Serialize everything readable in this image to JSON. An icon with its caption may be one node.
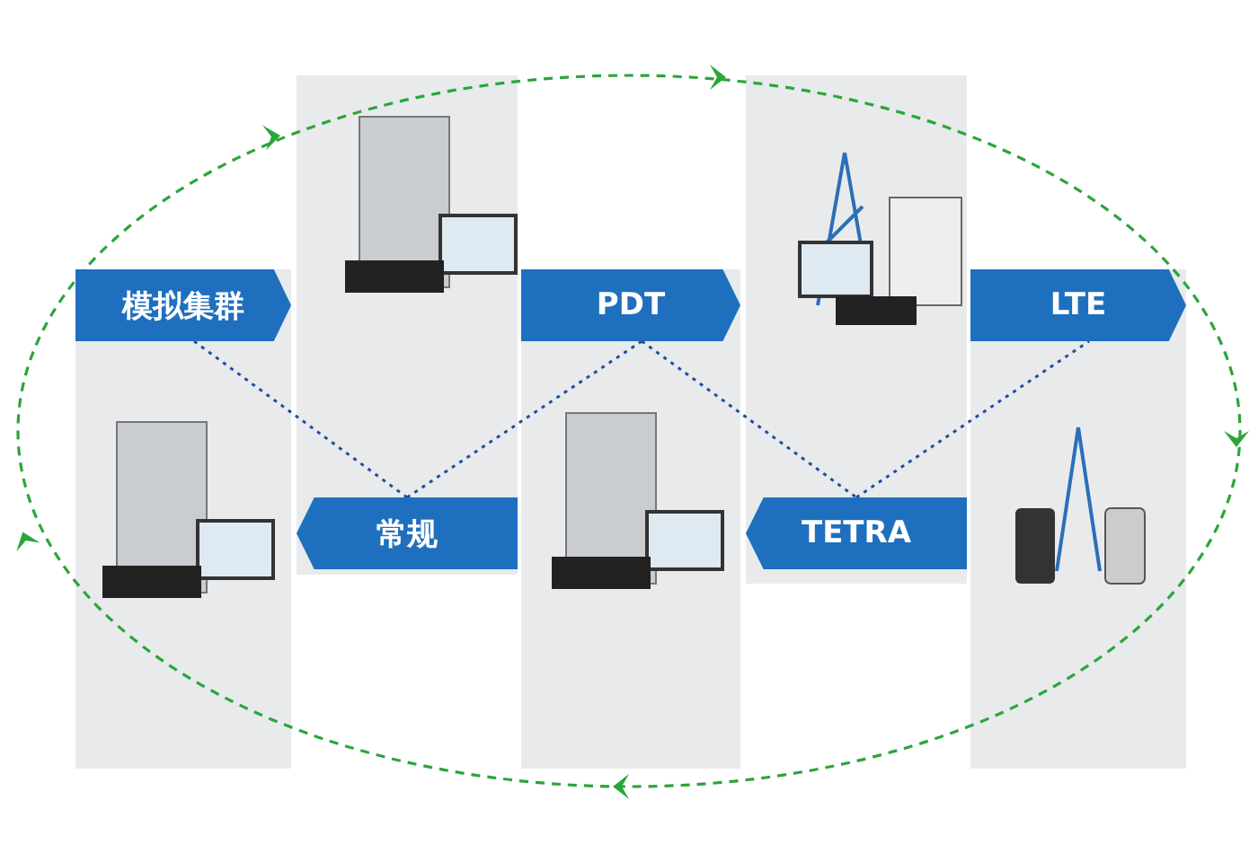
{
  "diagram": {
    "nodes": [
      {
        "text": [
          "模拟集群"
        ]
      },
      {
        "text": [
          "常规"
        ]
      },
      {
        "text": [
          "PDT"
        ]
      },
      {
        "text": [
          "TETRA"
        ]
      },
      {
        "text": [
          "LTE"
        ]
      }
    ],
    "edges": [
      {
        "from": 0,
        "to": 1,
        "arrow": "none",
        "style": "dashed"
      },
      {
        "from": 1,
        "to": 2,
        "arrow": "none",
        "style": "dashed"
      },
      {
        "from": 2,
        "to": 3,
        "arrow": "none",
        "style": "dashed"
      },
      {
        "from": 3,
        "to": 4,
        "arrow": "none",
        "style": "dashed"
      }
    ]
  }
}
